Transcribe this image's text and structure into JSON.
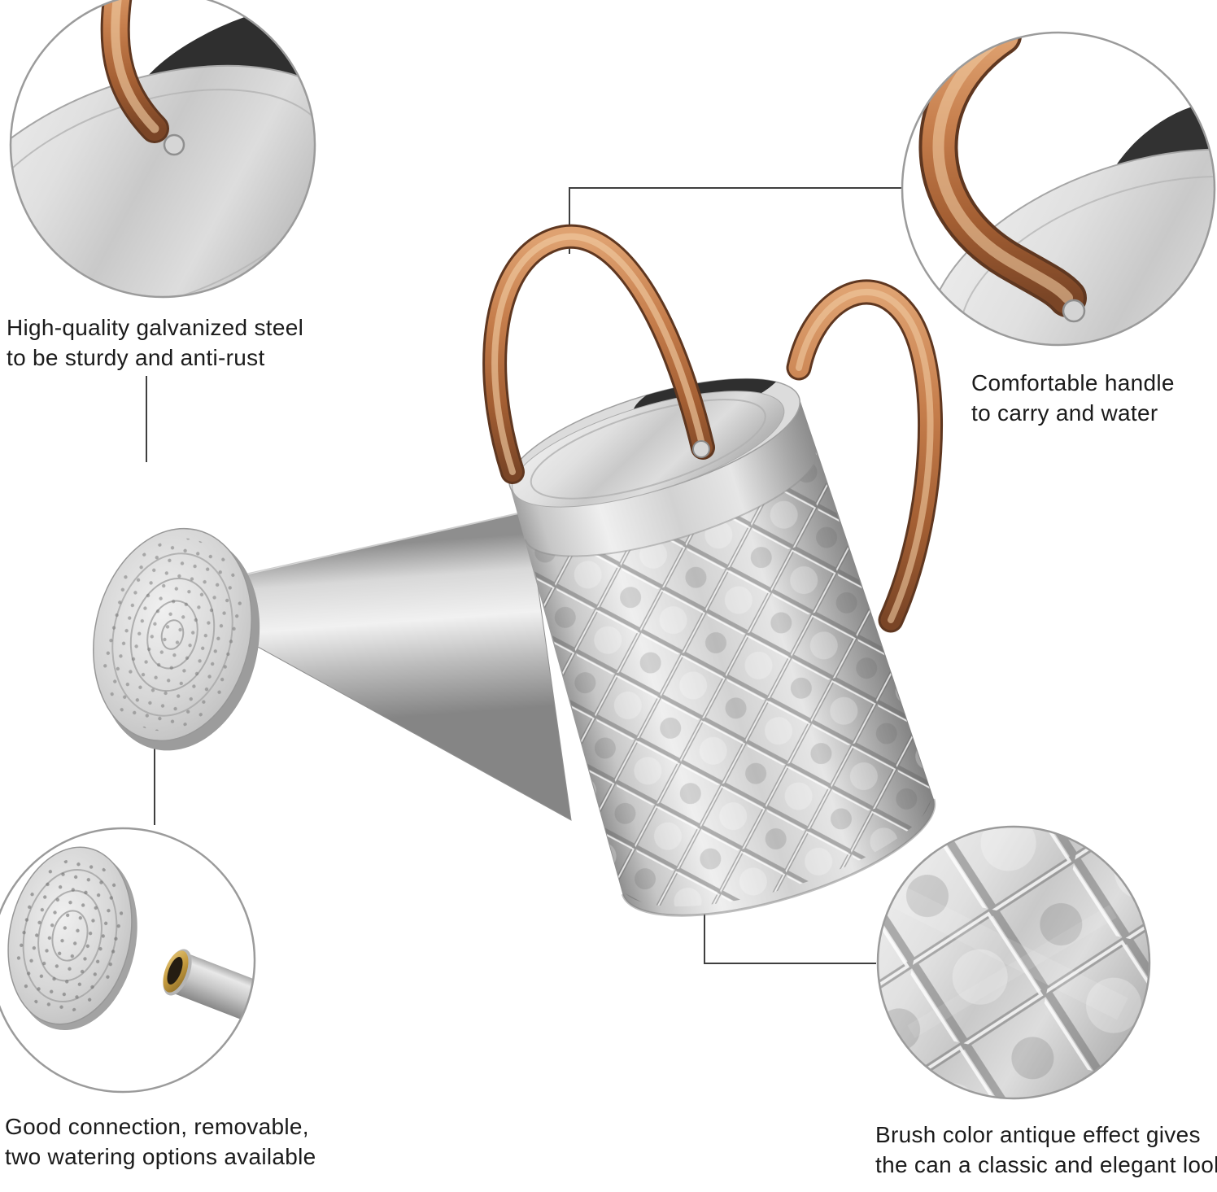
{
  "page": {
    "background": "#ffffff"
  },
  "callouts": {
    "top_left": {
      "lines": [
        "High-quality galvanized steel",
        "to be sturdy and anti-rust"
      ]
    },
    "top_right": {
      "lines": [
        "Comfortable handle",
        "to carry and water"
      ]
    },
    "bottom_left": {
      "lines": [
        "Good connection, removable,",
        "two watering options available"
      ]
    },
    "bottom_right": {
      "lines": [
        "Brush color antique effect gives",
        "the can a classic and elegant look"
      ]
    }
  },
  "colors": {
    "text": "#1b1b1b",
    "leader_line": "#3f3f3f",
    "circle_border": "#9b9b9b",
    "copper": "#b5744a",
    "silver": "#cccccc",
    "brass": "#c9a24e",
    "background": "#ffffff"
  }
}
